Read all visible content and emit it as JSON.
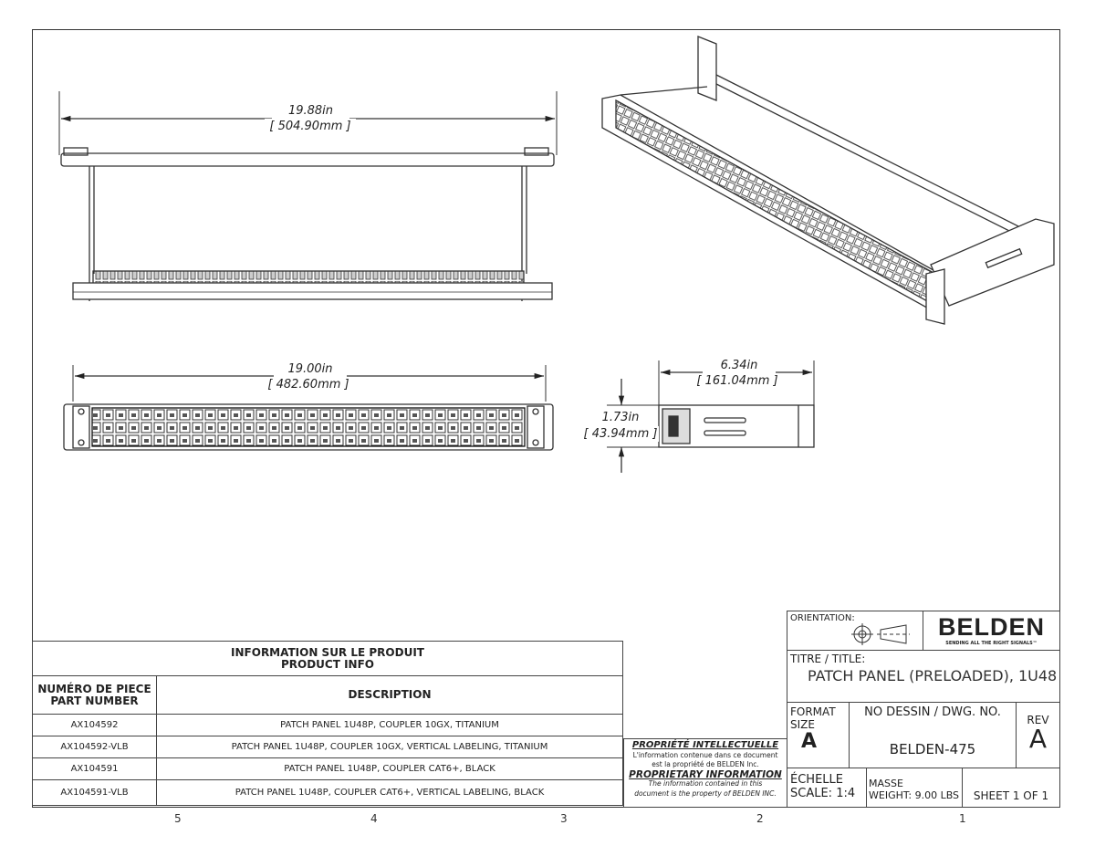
{
  "dimensions": {
    "top_width_in": "19.88in",
    "top_width_mm": "[ 504.90mm ]",
    "front_width_in": "19.00in",
    "front_width_mm": "[ 482.60mm ]",
    "depth_in": "6.34in",
    "depth_mm": "[ 161.04mm ]",
    "height_in": "1.73in",
    "height_mm": "[ 43.94mm ]"
  },
  "product_table": {
    "title_fr": "INFORMATION SUR LE PRODUIT",
    "title_en": "PRODUCT INFO",
    "col_part_fr": "NUMÉRO DE PIECE",
    "col_part_en": "PART NUMBER",
    "col_desc": "DESCRIPTION",
    "rows": [
      {
        "part": "AX104592",
        "desc": "PATCH PANEL 1U48P, COUPLER 10GX, TITANIUM"
      },
      {
        "part": "AX104592-VLB",
        "desc": "PATCH PANEL 1U48P, COUPLER 10GX, VERTICAL LABELING, TITANIUM"
      },
      {
        "part": "AX104591",
        "desc": "PATCH PANEL 1U48P, COUPLER CAT6+, BLACK"
      },
      {
        "part": "AX104591-VLB",
        "desc": "PATCH PANEL 1U48P, COUPLER CAT6+, VERTICAL LABELING, BLACK"
      }
    ]
  },
  "proprietary": {
    "title_fr": "PROPRIÉTÉ INTELLECTUELLE",
    "text_fr_1": "L'information contenue dans ce document",
    "text_fr_2": "est la propriété de BELDEN Inc.",
    "title_en": "PROPRIETARY INFORMATION",
    "text_en_1": "The information contained in this",
    "text_en_2": "document is the property of BELDEN INC."
  },
  "title_block": {
    "orientation_label": "ORIENTATION:",
    "logo": "BELDEN",
    "tagline": "SENDING ALL THE RIGHT SIGNALS™",
    "title_label": "TITRE / TITLE:",
    "title": "PATCH PANEL (PRELOADED), 1U48",
    "format_label_1": "FORMAT",
    "format_label_2": "SIZE",
    "format": "A",
    "dwg_label": "NO DESSIN / DWG.  NO.",
    "dwg_no": "BELDEN-475",
    "rev_label": "REV",
    "rev": "A",
    "scale_label": "ÉCHELLE",
    "scale": "SCALE: 1:4",
    "mass_label": "MASSE",
    "weight": "WEIGHT: 9.00 LBS",
    "sheet": "SHEET 1 OF 1"
  },
  "zones": [
    "5",
    "4",
    "3",
    "2",
    "1"
  ]
}
